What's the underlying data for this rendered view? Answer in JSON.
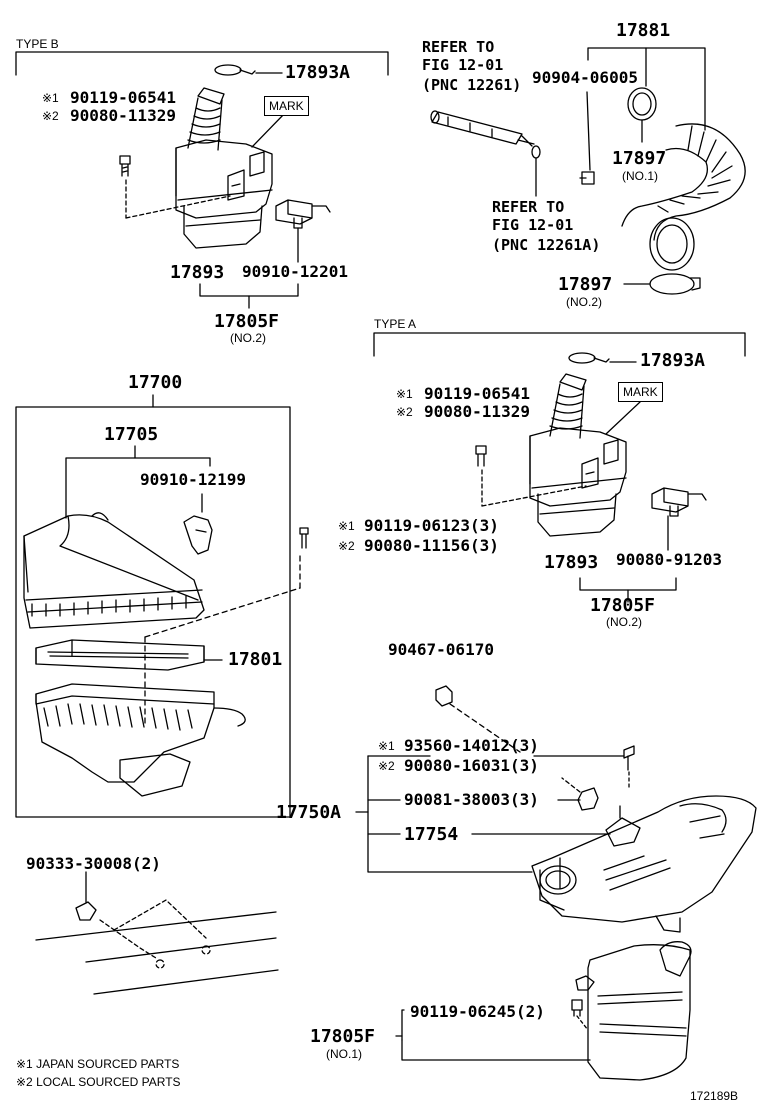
{
  "type_b": {
    "label": "TYPE B",
    "p_17893A": "17893A",
    "note1_mark": "※1",
    "p_bolt1": "90119-06541",
    "note2_mark": "※2",
    "p_bolt2": "90080-11329",
    "mark": "MARK",
    "p_17893": "17893",
    "p_sensor": "90910-12201",
    "p_17805F": "17805F",
    "p_17805F_sub": "(NO.2)"
  },
  "hose": {
    "refer1_l1": "REFER TO",
    "refer1_l2": "FIG 12-01",
    "refer1_l3": "(PNC 12261)",
    "p_17881": "17881",
    "p_90904": "90904-06005",
    "p_17897a": "17897",
    "p_17897a_sub": "(NO.1)",
    "refer2_l1": "REFER TO",
    "refer2_l2": "FIG 12-01",
    "refer2_l3": "(PNC 12261A)",
    "p_17897b": "17897",
    "p_17897b_sub": "(NO.2)"
  },
  "type_a": {
    "label": "TYPE A",
    "p_17893A": "17893A",
    "note1_mark": "※1",
    "p_bolt1": "90119-06541",
    "note2_mark": "※2",
    "p_bolt2": "90080-11329",
    "mark": "MARK",
    "p_17893": "17893",
    "p_sensor": "90080-91203",
    "p_17805F": "17805F",
    "p_17805F_sub": "(NO.2)"
  },
  "cleaner": {
    "p_17700": "17700",
    "p_17705": "17705",
    "p_90910": "90910-12199",
    "note1_mark": "※1",
    "p_bolt1": "90119-06123(3)",
    "note2_mark": "※2",
    "p_bolt2": "90080-11156(3)",
    "p_17801": "17801"
  },
  "intake": {
    "p_90467": "90467-06170",
    "note1_mark": "※1",
    "p_93560": "93560-14012(3)",
    "note2_mark": "※2",
    "p_90080": "90080-16031(3)",
    "p_90081": "90081-38003(3)",
    "p_17750A": "17750A",
    "p_17754": "17754"
  },
  "lower": {
    "p_90333": "90333-30008(2)",
    "p_90119": "90119-06245(2)",
    "p_17805F": "17805F",
    "p_17805F_sub": "(NO.1)"
  },
  "footer": {
    "note1": "※1 JAPAN SOURCED PARTS",
    "note2": "※2 LOCAL SOURCED PARTS",
    "fig_id": "172189B"
  }
}
